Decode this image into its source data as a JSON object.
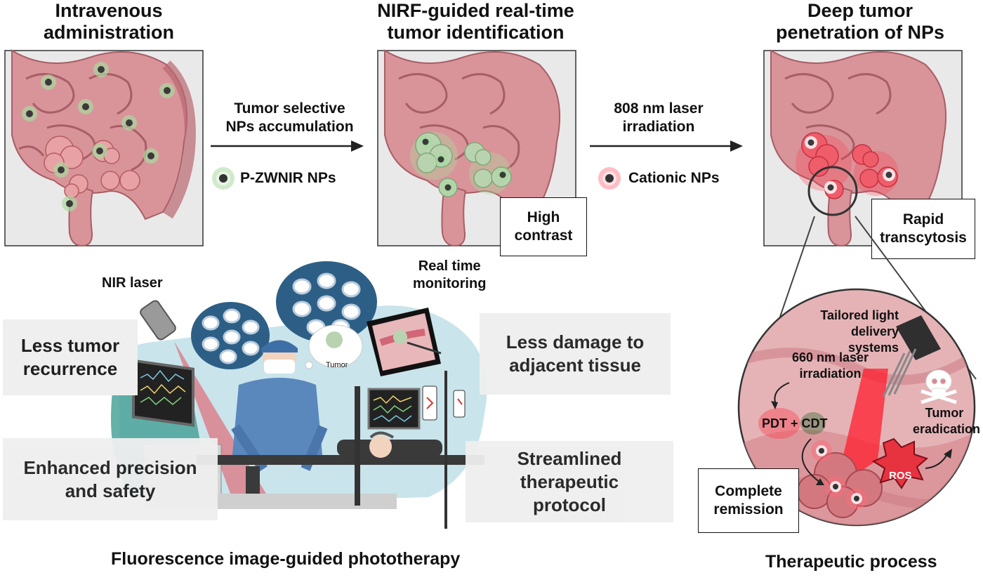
{
  "panels": {
    "p1_title": "Intravenous\nadministration",
    "p2_title": "NIRF-guided real-time\ntumor identification",
    "p3_title": "Deep tumor\npenetration of NPs"
  },
  "arrows": {
    "a1_label": "Tumor selective\nNPs accumulation",
    "a1_legend": "P-ZWNIR NPs",
    "a2_label": "808 nm laser\nirradiation",
    "a2_legend": "Cationic NPs"
  },
  "callouts": {
    "high_contrast": "High\ncontrast",
    "rapid_transcytosis": "Rapid\ntranscytosis",
    "complete_remission": "Complete\nremission"
  },
  "surgery": {
    "nir_laser": "NIR laser",
    "real_time_monitoring": "Real time\nmonitoring",
    "tumor_bubble": "Tumor",
    "caption": "Fluorescence image-guided phototherapy"
  },
  "benefits": {
    "less_recurrence": "Less tumor\nrecurrence",
    "enhanced_precision": "Enhanced precision\nand safety",
    "less_damage": "Less damage to\nadjacent tissue",
    "streamlined": "Streamlined\ntherapeutic\nprotocol"
  },
  "therapy": {
    "tailored_light": "Tailored light\ndelivery systems",
    "laser_660": "660 nm laser\nirradiation",
    "pdt_cdt": "PDT + CDT",
    "tumor_eradication": "Tumor\neradication",
    "ros": "ROS",
    "caption": "Therapeutic process"
  },
  "colors": {
    "intestine": "#d9949a",
    "intestine_dark": "#b8666f",
    "panel_bg": "#e9e9e9",
    "tumor_pink": "#e8a2a5",
    "tumor_green": "#b9d3b0",
    "glow_green": "#8fd08a",
    "glow_red": "#ff3b4a",
    "benefit_bg": "#efefef"
  }
}
